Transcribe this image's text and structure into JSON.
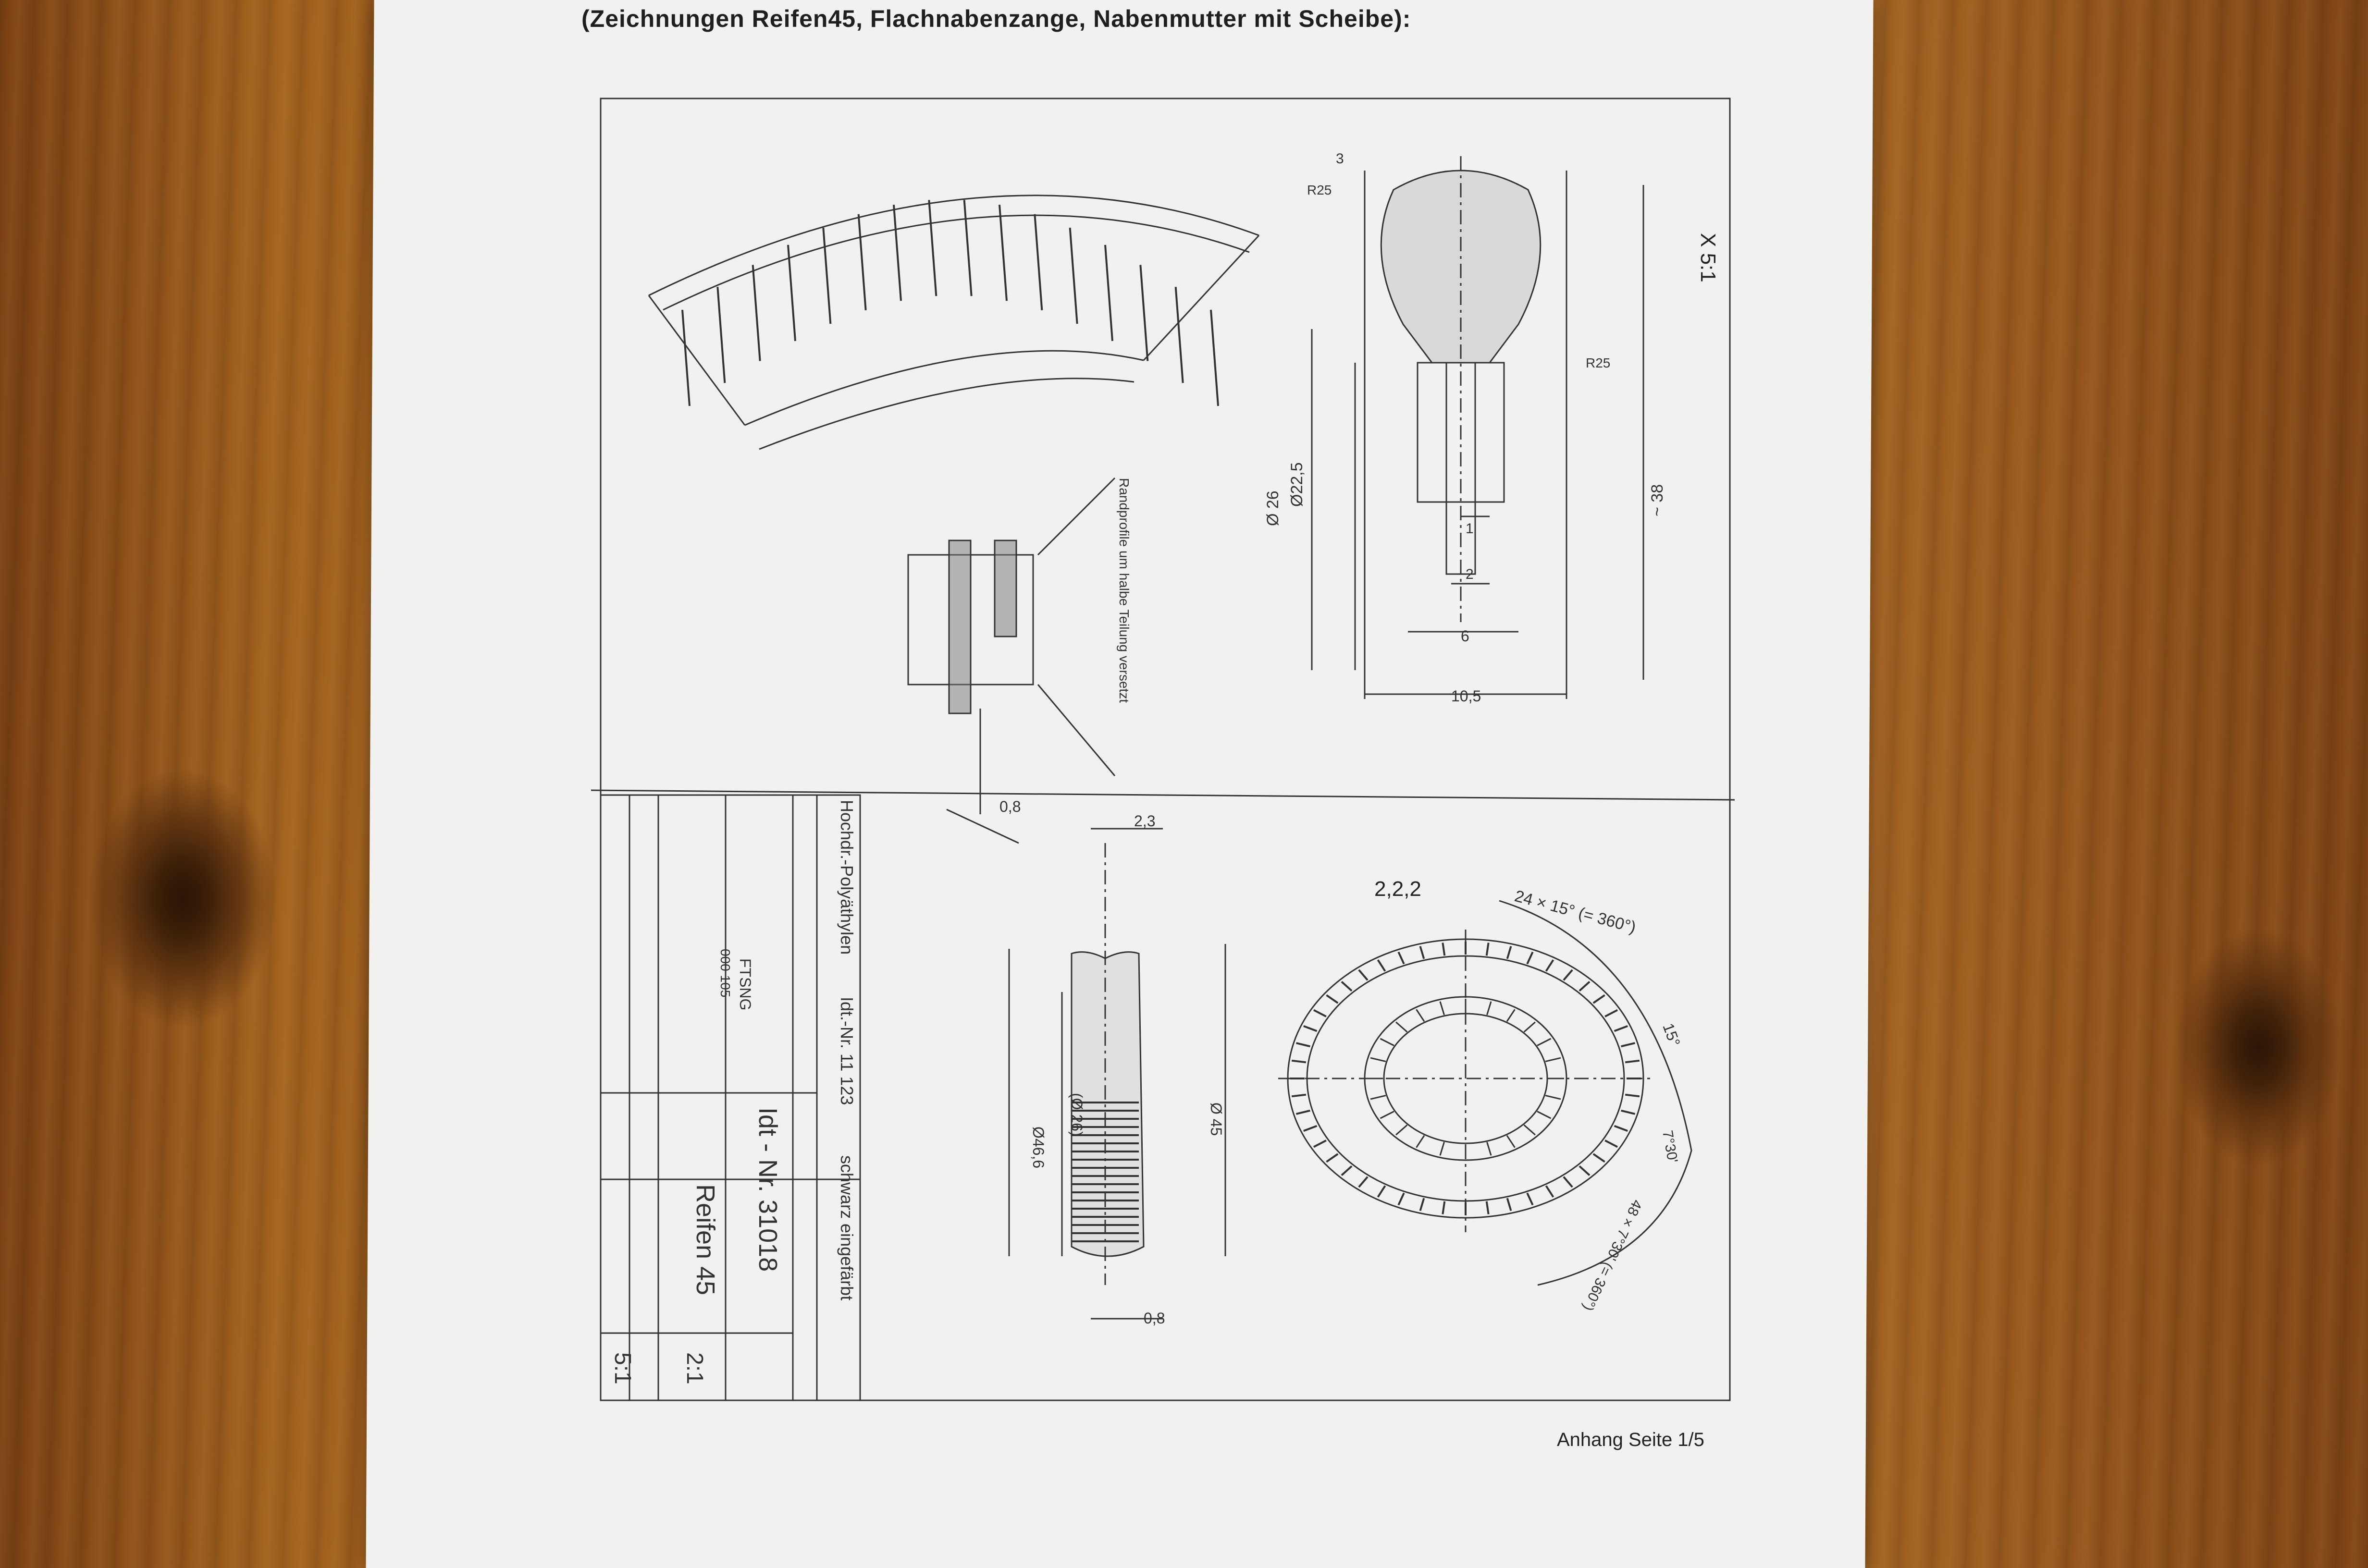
{
  "header": {
    "title": "(Zeichnungen Reifen45, Flachnabenzange, Nabenmutter mit Scheibe):"
  },
  "footer": {
    "page_label": "Anhang Seite 1/5"
  },
  "drawing": {
    "scale_marks": {
      "detail_x": "X 5:1"
    },
    "dimensions": {
      "d_225": "Ø22,5",
      "d_26": "Ø 26",
      "d_466": "Ø46,6",
      "d_26b": "(Ø 26)",
      "d_45": "Ø 45",
      "len_38": "~ 38",
      "w_6": "6",
      "w_105": "10,5",
      "w_1": "1",
      "w_2": "2",
      "w_3": "3",
      "r_525a": "R25",
      "r_525b": "R25",
      "a_0_8": "0,8",
      "a_2_3": "2,3",
      "a_0_8b": "0,8",
      "ang_15": "15°",
      "ang_7": "7°30'",
      "count_top": "24 × 15° (= 360°)",
      "count_bottom": "48 × 7°30' (= 360°)",
      "mark_222": "2,2,2"
    },
    "notes": {
      "rand": "Randprofile um halbe Teilung versetzt"
    },
    "title_block": {
      "material": "Hochdr.-Polyäthylen",
      "idt_small": "Idt.-Nr. 11 123",
      "color": "schwarz eingefärbt",
      "part_name": "Reifen 45",
      "idt_number": "Idt - Nr.  31018",
      "scale_1": "2:1",
      "scale_2": "5:1",
      "code": "FTSNG",
      "std": "000 105"
    }
  }
}
